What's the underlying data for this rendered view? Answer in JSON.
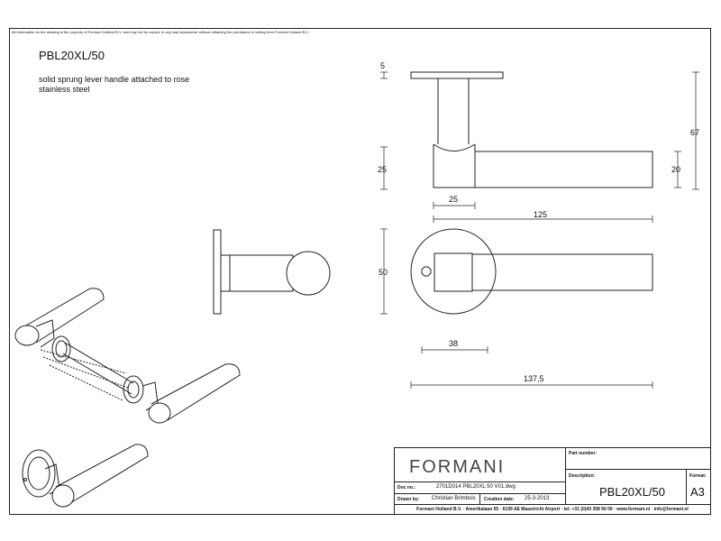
{
  "drawing": {
    "notice": "All information on the drawing is the property of Formani Holland B.V. and may not be copied, in any way whatsoever without obtaining the permission in writing from Formani Holland B.V.",
    "model": "PBL20XL/50",
    "description_lines": [
      "solid sprung lever handle attached to rose",
      "stainless steel"
    ]
  },
  "dimensions": {
    "rose_thickness": "5",
    "overall_height": "67",
    "neck_height": "25",
    "lever_diameter": "20",
    "neck_width": "25",
    "lever_length": "125",
    "rose_diameter": "50",
    "rose_offset": "38",
    "overall_length": "137,5"
  },
  "title_block": {
    "brand": "FORMANI",
    "part_number_label": "Part number:",
    "part_number_value": "",
    "doc_label": "Doc no.:",
    "doc_value": "2701D014 PBL20XL 50 V01.dwg",
    "drawn_label": "Drawn by:",
    "drawn_value": "Christian Brimbois",
    "created_label": "Creation date:",
    "created_value": "25-3-2013",
    "description_label": "Description:",
    "description_value": "PBL20XL/50",
    "format_label": "Format:",
    "format_value": "A3",
    "footer": "Formani Holland B.V. · Amerikalaan 55 · 6199 AE Maastricht Airport · tel: +31 (0)43 358 90 00 · www.formani.nl · info@formani.nl"
  }
}
